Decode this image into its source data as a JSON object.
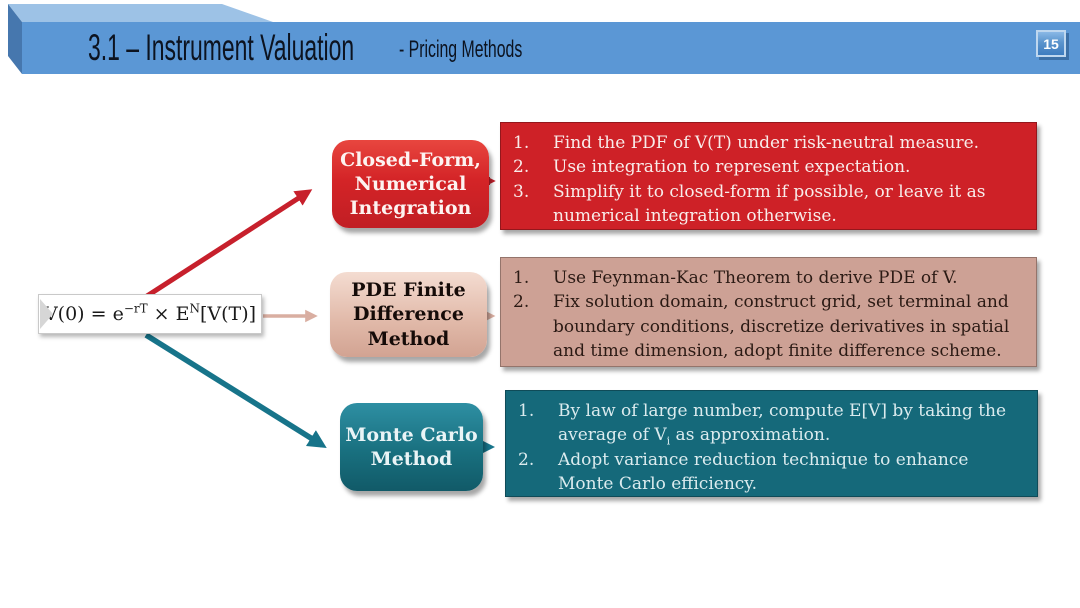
{
  "header": {
    "title_main": "3.1 – Instrument Valuation",
    "title_sub": "- Pricing Methods",
    "page_number": "15"
  },
  "colors": {
    "banner_front": "#5b97d5",
    "banner_top": "#9dc2e6",
    "banner_side": "#4677ae",
    "red": "#ce2127",
    "pink": "#cda195",
    "teal": "#15697a",
    "arrow_red": "#c7202c",
    "arrow_pink": "#d9aea1",
    "arrow_teal": "#17748a"
  },
  "formula": {
    "pre": "V(0) = e",
    "sup1": "−rT",
    "mid": " × E",
    "sup2": "N",
    "post": "[V(T)]"
  },
  "methods": [
    {
      "label": "Closed-Form,\nNumerical\nIntegration"
    },
    {
      "label": "PDE Finite\nDifference\nMethod"
    },
    {
      "label": "Monte Carlo\nMethod"
    }
  ],
  "descriptions": [
    {
      "items": [
        {
          "num": "1.",
          "text": "Find the PDF of V(T) under risk-neutral measure."
        },
        {
          "num": "2.",
          "text": "Use integration to represent expectation."
        },
        {
          "num": "3.",
          "text": "Simplify it to closed-form if possible, or leave it as numerical integration otherwise."
        }
      ]
    },
    {
      "items": [
        {
          "num": "1.",
          "text": "Use Feynman-Kac Theorem to derive PDE of V."
        },
        {
          "num": "2.",
          "text": "Fix solution domain, construct grid, set terminal and boundary conditions, discretize derivatives in spatial and time dimension, adopt finite difference scheme."
        }
      ]
    },
    {
      "items": [
        {
          "num": "1.",
          "text_pre": "By law of large number, compute E[V] by taking the average of V",
          "sub": "i",
          "text_post": " as approximation."
        },
        {
          "num": "2.",
          "text": "Adopt variance reduction technique to enhance Monte Carlo efficiency."
        }
      ]
    }
  ]
}
